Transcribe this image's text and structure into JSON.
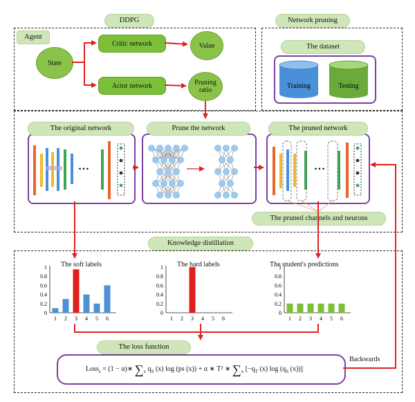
{
  "ddpg": {
    "section_label": "DDPG",
    "agent_label": "Agent",
    "state_label": "State",
    "critic_label": "Critic network",
    "actor_label": "Actor network",
    "value_label": "Value",
    "pruning_ratio_label": "Pruning ratio"
  },
  "network_pruning": {
    "section_label": "Network pruning",
    "dataset_label": "The dataset",
    "training_label": "Training",
    "testing_label": "Testing",
    "original_network_label": "The original network",
    "prune_network_label": "Prune the network",
    "pruned_network_label": "The pruned network",
    "pruned_channels_label": "The pruned channels and neurons",
    "ellipsis": "• • •"
  },
  "knowledge_distillation": {
    "section_label": "Knowledge distillation",
    "backwards_label": "Backwards",
    "loss_function_label": "The loss function",
    "loss_formula": {
      "lhs": "Loss",
      "lhs_sub": "s",
      "part1": " = (1 − α)∗ ",
      "sum1_sub": "x",
      "term1": "q",
      "term1_sub": "S",
      "term1_rest": " (x) log (ps (x)) + α ∗ T² ∗ ",
      "sum2_sub": "x",
      "term2": "[−q",
      "term2_sub": "T",
      "term2_rest": " (x) log (q",
      "term2_sub2": "S",
      "term2_end": " (x))]"
    }
  },
  "chart_data": [
    {
      "type": "bar",
      "title": "The soft labels",
      "categories": [
        "1",
        "2",
        "3",
        "4",
        "5",
        "6"
      ],
      "values": [
        0.1,
        0.3,
        0.95,
        0.4,
        0.2,
        0.6
      ],
      "highlight_index": 2,
      "ylim": [
        0,
        1
      ],
      "yticks": [
        "0",
        "0.2",
        "0.4",
        "0.6",
        "0.8",
        "1"
      ],
      "colors": {
        "bar": "#4f8fd6",
        "highlight": "#e02020"
      }
    },
    {
      "type": "bar",
      "title": "The hard labels",
      "categories": [
        "1",
        "2",
        "3",
        "4",
        "5",
        "6"
      ],
      "values": [
        0,
        0,
        1,
        0,
        0,
        0
      ],
      "highlight_index": 2,
      "ylim": [
        0,
        1
      ],
      "yticks": [
        "0",
        "0.2",
        "0.4",
        "0.6",
        "0.8",
        "1"
      ],
      "colors": {
        "bar": "#4f8fd6",
        "highlight": "#e02020"
      }
    },
    {
      "type": "bar",
      "title": "The student's predictions",
      "categories": [
        "1",
        "2",
        "3",
        "4",
        "5",
        "6"
      ],
      "values": [
        0.2,
        0.2,
        0.2,
        0.2,
        0.2,
        0.2
      ],
      "highlight_index": -1,
      "ylim": [
        0,
        1
      ],
      "yticks": [
        "0",
        "0.2",
        "0.4",
        "0.6",
        "0.8",
        "1"
      ],
      "colors": {
        "bar": "#7cbf3a",
        "highlight": "#7cbf3a"
      }
    }
  ],
  "colors": {
    "arrow": "#e02020",
    "panel_border": "#7b3fa1",
    "pill": "#cfe6b8",
    "node_green": "#8bc34a",
    "node_blue": "#9ccaf0",
    "cyl_blue": "#4a90d9",
    "cyl_green": "#6aaa3a"
  }
}
